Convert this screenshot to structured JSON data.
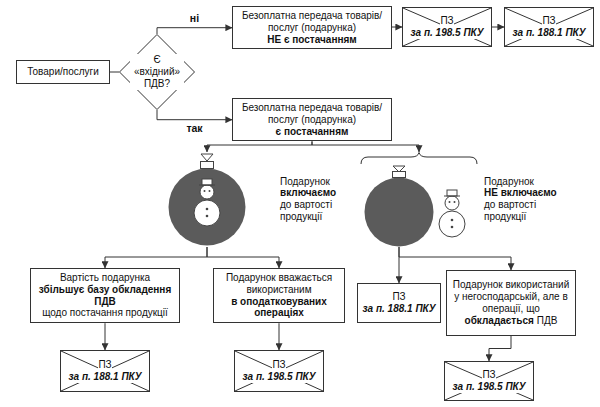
{
  "diagram": {
    "nodes": [
      {
        "text": [
          "Товари/послуги"
        ]
      },
      {
        "text": [
          "Є «вхідний» ПДВ?"
        ]
      },
      {
        "text": [
          "Безоплатна передача товарів/послуг (подарунка)",
          "НЕ є постачанням"
        ]
      },
      {
        "text": [
          "ПЗ",
          "за п. 198.5 ПКУ"
        ]
      },
      {
        "text": [
          "ПЗ",
          "за п. 188.1 ПКУ"
        ]
      },
      {
        "text": [
          "Безоплатна передача товарів/послуг (подарунка)",
          "є постачанням"
        ]
      },
      {
        "text": [
          "Подарунок",
          "включаємо",
          "до вартості продукції"
        ]
      },
      {
        "text": [
          "Подарунок",
          "НЕ включаємо",
          "до вартості продукції"
        ]
      },
      {
        "text": [
          "Вартість подарунка",
          "збільшує базу обкладення ПДВ",
          "щодо постачання продукції"
        ]
      },
      {
        "text": [
          "Подарунок вважається використаним",
          "в оподатковуваних операціях"
        ]
      },
      {
        "text": [
          "ПЗ",
          "за п. 188.1 ПКУ"
        ]
      },
      {
        "text": [
          "ПЗ",
          "за п. 198.5 ПКУ"
        ]
      },
      {
        "text": [
          "ПЗ",
          "за п. 188.1 ПКУ"
        ]
      },
      {
        "text": [
          "Подарунок використаний у негосподарській, але в операції, що",
          "обкладається",
          "ПДВ"
        ]
      },
      {
        "text": [
          "ПЗ",
          "за п. 198.5 ПКУ"
        ]
      }
    ],
    "edges": [
      {
        "from": 0,
        "to": 1,
        "arrow": "none"
      },
      {
        "from": 1,
        "to": 2,
        "label": "ні",
        "arrow": "to"
      },
      {
        "from": 2,
        "to": 3,
        "arrow": "to"
      },
      {
        "from": 3,
        "to": 4,
        "arrow": "to"
      },
      {
        "from": 1,
        "to": 5,
        "label": "так",
        "arrow": "to"
      },
      {
        "from": 5,
        "to": 6,
        "arrow": "to"
      },
      {
        "from": 5,
        "to": 7,
        "arrow": "to"
      },
      {
        "from": 6,
        "to": 8,
        "arrow": "to"
      },
      {
        "from": 6,
        "to": 9,
        "arrow": "to"
      },
      {
        "from": 7,
        "to": 12,
        "arrow": "to"
      },
      {
        "from": 7,
        "to": 13,
        "arrow": "to"
      },
      {
        "from": 8,
        "to": 10,
        "arrow": "to"
      },
      {
        "from": 9,
        "to": 11,
        "arrow": "to"
      },
      {
        "from": 13,
        "to": 14,
        "arrow": "to"
      }
    ]
  }
}
